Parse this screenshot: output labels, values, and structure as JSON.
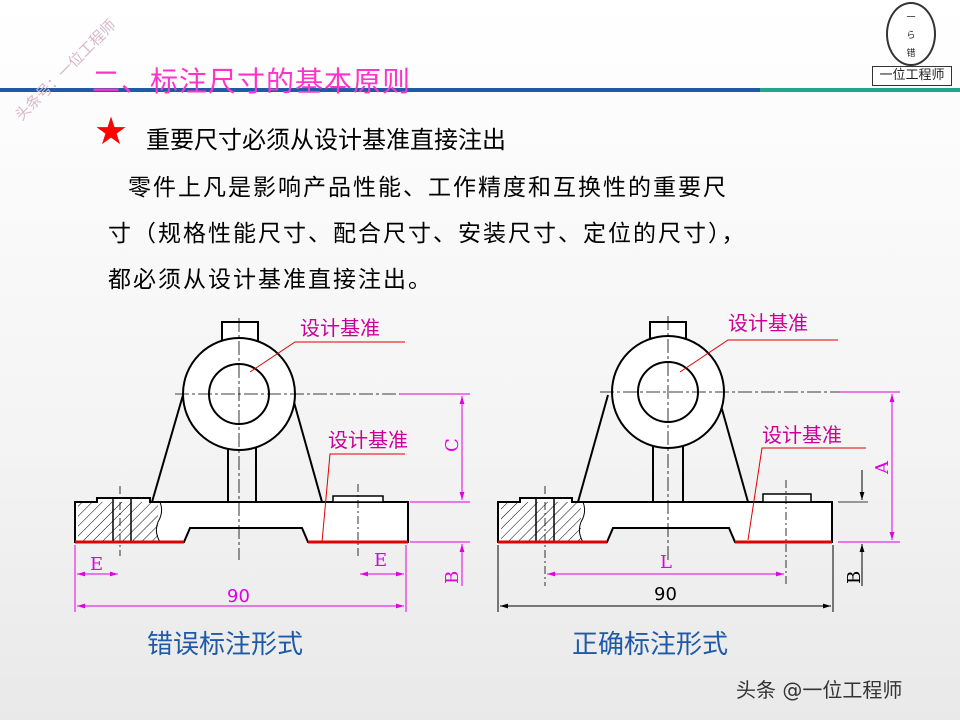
{
  "slide": {
    "title": "二、标注尺寸的基本原则",
    "heading": "重要尺寸必须从设计基准直接注出",
    "star_icon": "star-icon",
    "paragraph_lines": [
      "零件上凡是影响产品性能、工作精度和互换性的重要尺",
      "寸（规格性能尺寸、配合尺寸、安装尺寸、定位的尺寸），",
      "都必须从设计基准直接注出。"
    ]
  },
  "logo": {
    "seal_chars": [
      "一",
      "ら",
      "错"
    ],
    "caption": "一位工程师"
  },
  "watermark": "头条号：一位工程师",
  "footer": "头条 @一位工程师",
  "figures": {
    "wrong": {
      "caption": "错误标注形式",
      "datum_label_top": "设计基准",
      "datum_label_bottom": "设计基准",
      "dim_c": "C",
      "dim_b": "B",
      "dim_e_left": "E",
      "dim_e_right": "E",
      "dim_90": "90"
    },
    "right": {
      "caption": "正确标注形式",
      "datum_label_top": "设计基准",
      "datum_label_bottom": "设计基准",
      "dim_a": "A",
      "dim_b": "B",
      "dim_l": "L",
      "dim_90": "90"
    }
  },
  "colors": {
    "title": "#ff33cc",
    "accent_blue": "#1f5aa8",
    "accent_green": "#23a48f",
    "dimension": "#e000e0",
    "datum_label": "#cc0099",
    "datum_line": "#e00000",
    "star": "#ff0000"
  }
}
